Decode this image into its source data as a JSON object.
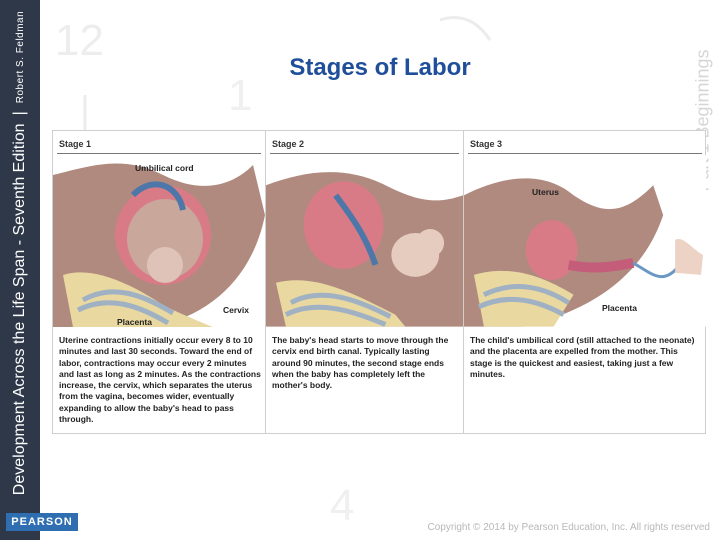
{
  "book": {
    "title_vertical": "Development Across the Life Span - Seventh Edition",
    "separator": "|",
    "author": "Robert S. Feldman",
    "publisher_logo": "PEARSON"
  },
  "watermark": {
    "part_label": "Part 1 Beginnings"
  },
  "slide": {
    "title": "Stages of Labor"
  },
  "figure": {
    "stages": [
      {
        "label": "Stage 1",
        "callouts": {
          "umbilical_cord": "Umbilical cord",
          "cervix": "Cervix",
          "placenta": "Placenta"
        },
        "description": "Uterine contractions initially occur every 8 to 10 minutes and last 30 seconds. Toward the end of labor, contractions may occur every 2 minutes and last as long as 2 minutes. As the contractions increase, the cervix, which separates the uterus from the vagina, becomes wider, eventually expanding to allow the baby's head to pass through."
      },
      {
        "label": "Stage 2",
        "description": "The baby's head starts to move through the cervix end birth canal. Typically lasting around 90 minutes, the second stage ends when the baby has completely left the mother's body."
      },
      {
        "label": "Stage 3",
        "callouts": {
          "uterus": "Uterus",
          "placenta": "Placenta"
        },
        "description": "The child's umbilical cord (still attached to the neonate) and the placenta are expelled from the mother. This stage is the quickest and easiest, taking just a few minutes."
      }
    ]
  },
  "footer": {
    "copyright": "Copyright © 2014 by Pearson Education, Inc. All rights reserved"
  },
  "colors": {
    "sidebar": "#2e3848",
    "title": "#1f4e9a",
    "pearson_blue": "#2f6fb1",
    "skin": "#a8837a",
    "uterus": "#d4707f"
  },
  "icons": {
    "pearson_logo": "pearson-logo-badge"
  }
}
